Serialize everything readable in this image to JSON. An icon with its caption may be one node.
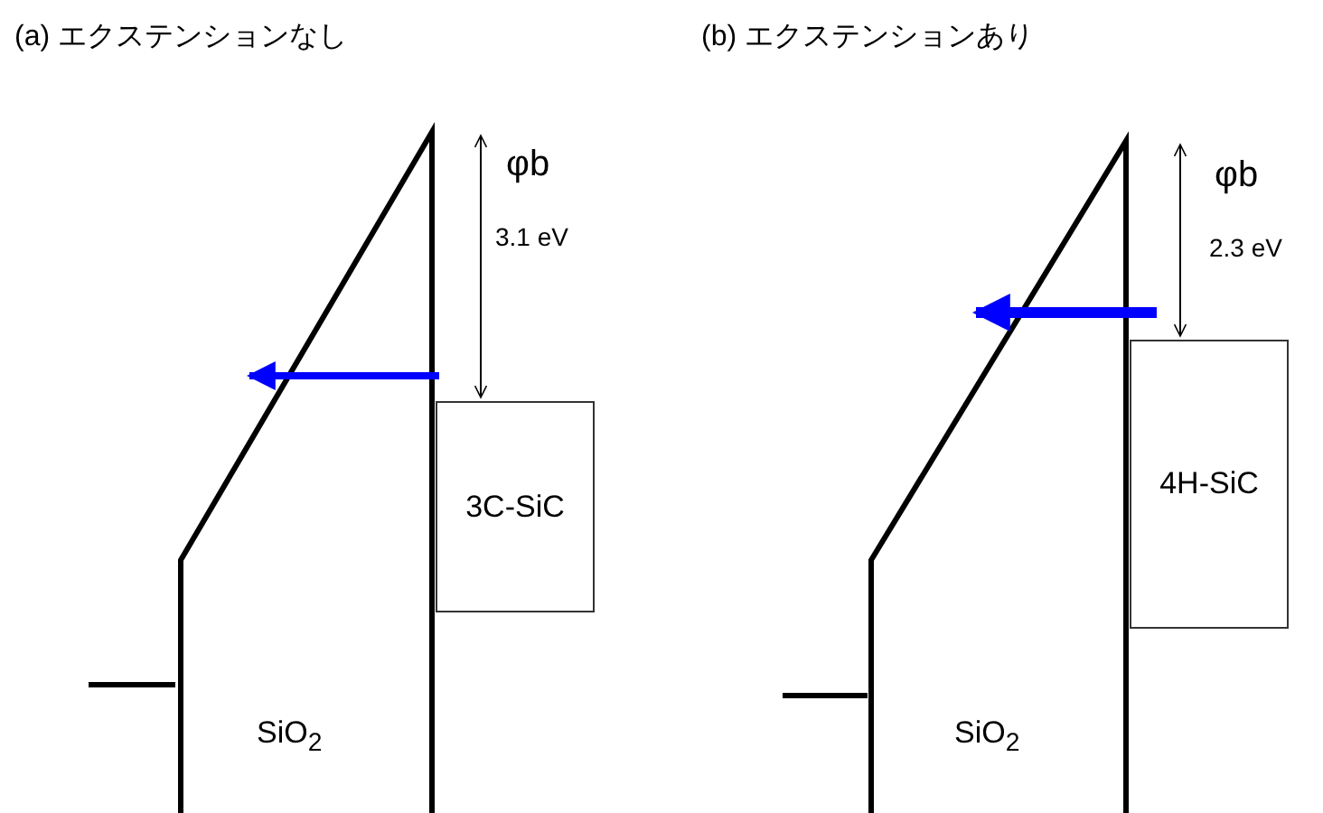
{
  "diagram": {
    "nodes": [
      {
        "text": [
          "3C-SiC"
        ]
      },
      {
        "text": [
          "4H-SiC"
        ]
      }
    ],
    "labels": [
      "(a) エクステンションなし",
      "(b) エクステンションあり",
      "φb",
      "3.1 eV",
      "SiO$_{2}$",
      "φb",
      "2.3 eV",
      "SiO$_{2}$"
    ]
  }
}
